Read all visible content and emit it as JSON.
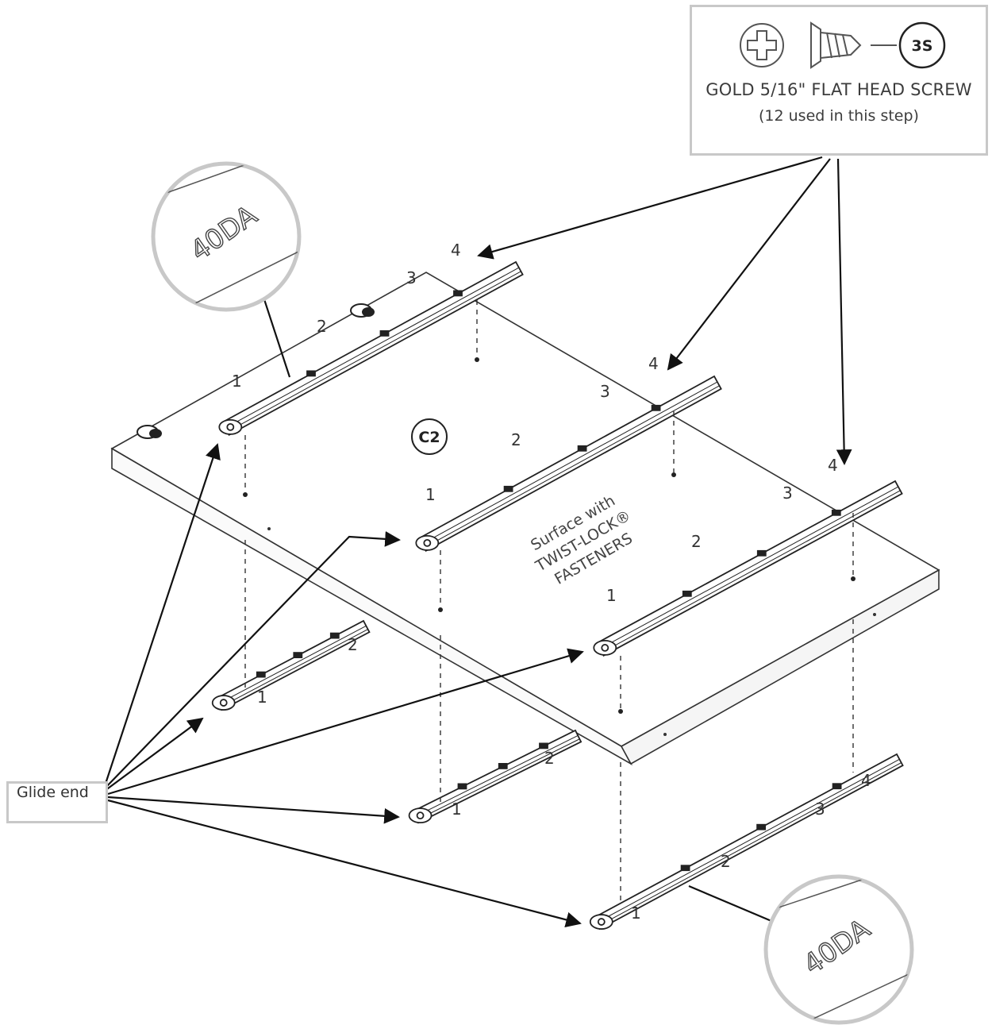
{
  "screw_callout": {
    "badge": "3S",
    "title": "GOLD 5/16\" FLAT HEAD SCREW",
    "subtitle": "(12 used in this step)",
    "icons": [
      "phillips-head-icon",
      "flat-head-screw-icon"
    ]
  },
  "zoom_marks": {
    "top": "40DA",
    "bottom": "40DA"
  },
  "panel": {
    "badge": "C2",
    "surface_line1": "Surface with",
    "surface_line2": "TWIST-LOCK®",
    "surface_line3": "FASTENERS"
  },
  "hole_numbers": {
    "left": [
      "1",
      "2",
      "3",
      "4"
    ],
    "middle": [
      "1",
      "2",
      "3",
      "4"
    ],
    "right": [
      "1",
      "2",
      "3",
      "4"
    ]
  },
  "lower_numbers": {
    "left": [
      "1",
      "2"
    ],
    "middle": [
      "1",
      "2"
    ],
    "right": [
      "1",
      "2",
      "3",
      "4"
    ]
  },
  "glide_label": "Glide end",
  "colors": {
    "line": "#1a1a1a",
    "box_border": "#c8c8c8",
    "text": "#3a3a3a"
  }
}
